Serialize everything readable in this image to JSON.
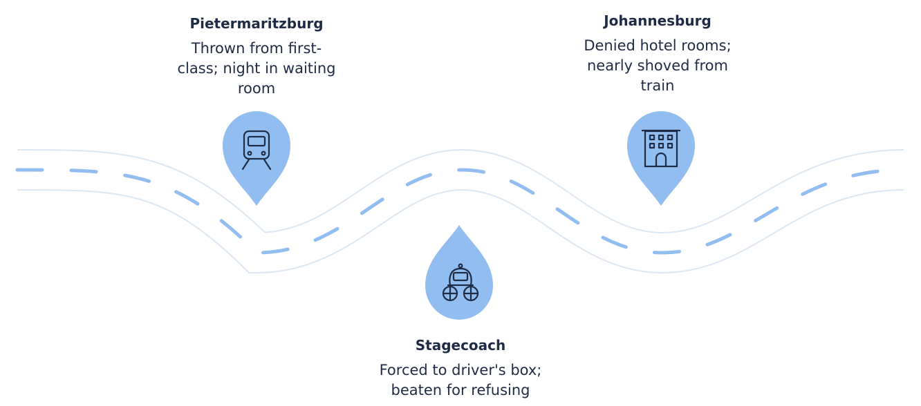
{
  "stops": [
    {
      "place": "Pietermaritzburg",
      "description": "Thrown from first-class; night in waiting room",
      "icon": "train-icon"
    },
    {
      "place": "Stagecoach",
      "description": "Forced to driver's box; beaten for refusing",
      "icon": "stagecoach-icon"
    },
    {
      "place": "Johannesburg",
      "description": "Denied hotel rooms; nearly shoved from train",
      "icon": "hotel-icon"
    }
  ],
  "colors": {
    "pin": "#92bdf1",
    "road_edge": "#dbe7f3",
    "dash": "#92bdf1",
    "text": "#1f2a44",
    "icon": "#1f2a44"
  }
}
